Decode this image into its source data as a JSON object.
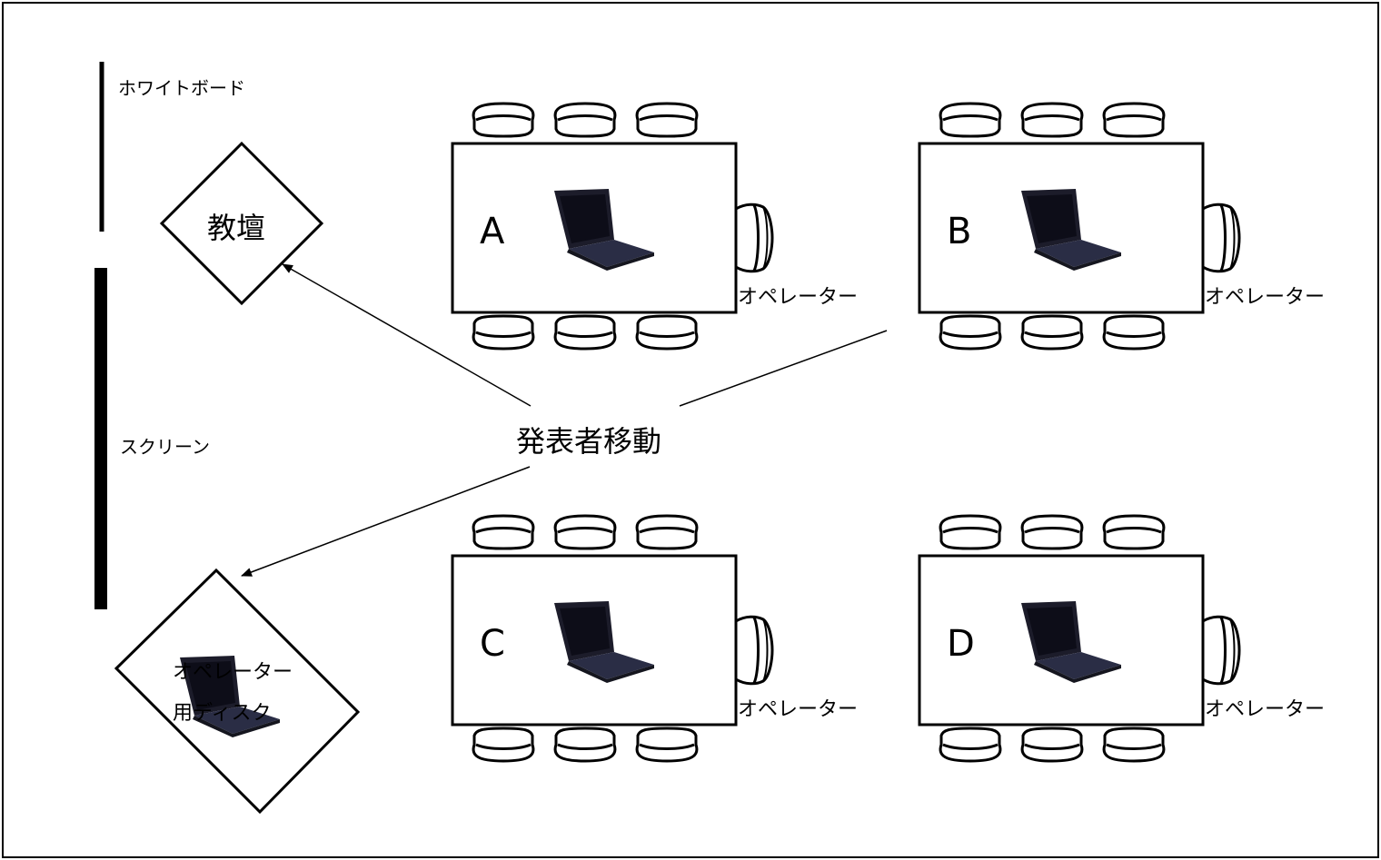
{
  "labels": {
    "whiteboard": "ホワイトボード",
    "screen": "スクリーン",
    "podium": "教壇",
    "presenter_move": "発表者移動",
    "operator_desk_line1": "オペレーター",
    "operator_desk_line2": "用ディスク"
  },
  "tables": [
    {
      "id": "A",
      "letter": "A",
      "operator_label": "オペレーター"
    },
    {
      "id": "B",
      "letter": "B",
      "operator_label": "オペレーター"
    },
    {
      "id": "C",
      "letter": "C",
      "operator_label": "オペレーター"
    },
    {
      "id": "D",
      "letter": "D",
      "operator_label": "オペレーター"
    }
  ],
  "colors": {
    "stroke": "#000000",
    "background": "#ffffff",
    "laptop_body": "#1c1c2a",
    "laptop_screen": "#0d0d18",
    "laptop_base": "#2a2d45"
  },
  "icons": {
    "chair": "chair-icon",
    "laptop": "laptop-icon",
    "arrow": "arrow-icon"
  }
}
